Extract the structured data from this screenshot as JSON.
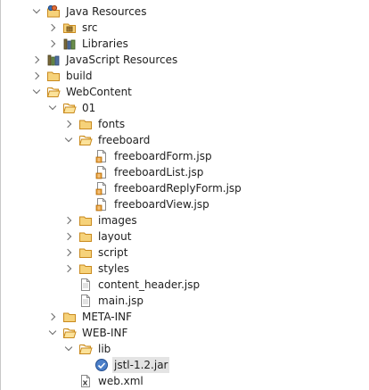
{
  "tree": [
    {
      "label": "Java Resources",
      "icon": "java-resources-icon",
      "state": "open",
      "depth": 0
    },
    {
      "label": "src",
      "icon": "package-folder-icon",
      "state": "closed",
      "depth": 1
    },
    {
      "label": "Libraries",
      "icon": "libraries-icon",
      "state": "closed",
      "depth": 1
    },
    {
      "label": "JavaScript Resources",
      "icon": "javascript-resources-icon",
      "state": "closed",
      "depth": 0
    },
    {
      "label": "build",
      "icon": "folder-icon",
      "state": "closed",
      "depth": 0
    },
    {
      "label": "WebContent",
      "icon": "folder-open-icon",
      "state": "open",
      "depth": 0
    },
    {
      "label": "01",
      "icon": "folder-open-icon",
      "state": "open",
      "depth": 1
    },
    {
      "label": "fonts",
      "icon": "folder-icon",
      "state": "closed",
      "depth": 2
    },
    {
      "label": "freeboard",
      "icon": "folder-open-icon",
      "state": "open",
      "depth": 2
    },
    {
      "label": "freeboardForm.jsp",
      "icon": "jsp-file-icon",
      "state": "leaf",
      "depth": 3
    },
    {
      "label": "freeboardList.jsp",
      "icon": "jsp-file-icon",
      "state": "leaf",
      "depth": 3
    },
    {
      "label": "freeboardReplyForm.jsp",
      "icon": "jsp-file-icon",
      "state": "leaf",
      "depth": 3
    },
    {
      "label": "freeboardView.jsp",
      "icon": "jsp-file-icon",
      "state": "leaf",
      "depth": 3
    },
    {
      "label": "images",
      "icon": "folder-icon",
      "state": "closed",
      "depth": 2
    },
    {
      "label": "layout",
      "icon": "folder-icon",
      "state": "closed",
      "depth": 2
    },
    {
      "label": "script",
      "icon": "folder-icon",
      "state": "closed",
      "depth": 2
    },
    {
      "label": "styles",
      "icon": "folder-icon",
      "state": "closed",
      "depth": 2
    },
    {
      "label": "content_header.jsp",
      "icon": "file-icon",
      "state": "leaf",
      "depth": 2
    },
    {
      "label": "main.jsp",
      "icon": "file-icon",
      "state": "leaf",
      "depth": 2
    },
    {
      "label": "META-INF",
      "icon": "folder-icon",
      "state": "closed",
      "depth": 1
    },
    {
      "label": "WEB-INF",
      "icon": "folder-open-icon",
      "state": "open",
      "depth": 1
    },
    {
      "label": "lib",
      "icon": "folder-open-icon",
      "state": "open",
      "depth": 2
    },
    {
      "label": "jstl-1.2.jar",
      "icon": "jar-file-icon",
      "state": "leaf",
      "depth": 3,
      "selected": true
    },
    {
      "label": "web.xml",
      "icon": "xml-file-icon",
      "state": "leaf",
      "depth": 2
    }
  ],
  "colors": {
    "selection": "#e4e4e4",
    "folder": "#e6b955",
    "twisty": "#6b6b6b"
  }
}
